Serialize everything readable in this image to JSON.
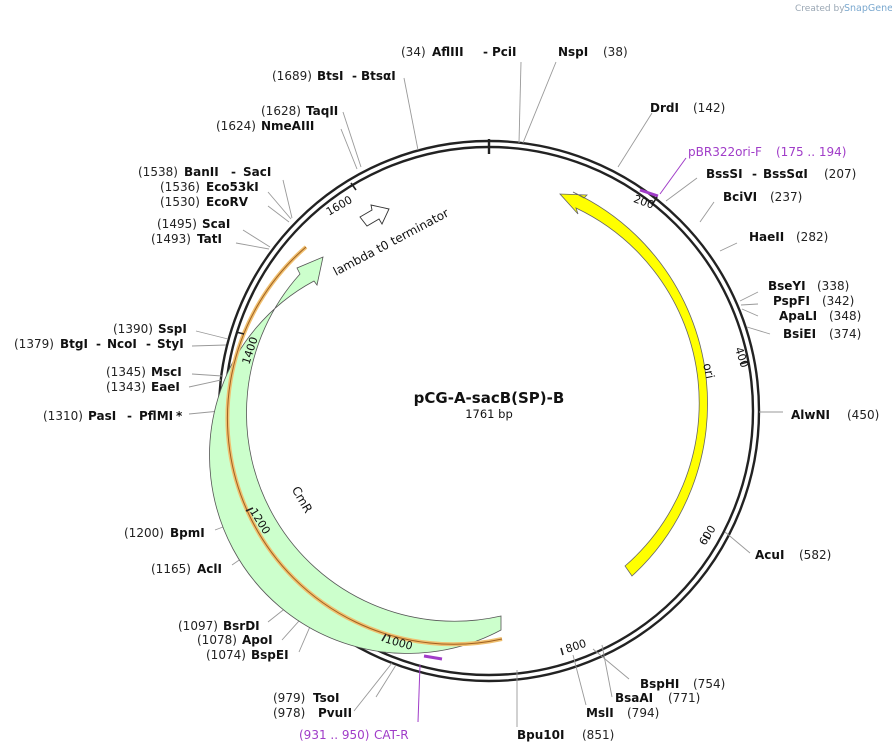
{
  "credit": {
    "prefix": "Created by",
    "brand": "SnapGene"
  },
  "plasmid": {
    "name": "pCG-A-sacB(SP)-B",
    "length_label": "1761 bp",
    "length": 1761
  },
  "ticks": [
    {
      "bp": 200,
      "label": "200"
    },
    {
      "bp": 400,
      "label": "400"
    },
    {
      "bp": 600,
      "label": "600"
    },
    {
      "bp": 800,
      "label": "800"
    },
    {
      "bp": 1000,
      "label": "1000"
    },
    {
      "bp": 1200,
      "label": "1200"
    },
    {
      "bp": 1400,
      "label": "1400"
    },
    {
      "bp": 1600,
      "label": "1600"
    }
  ],
  "features": [
    {
      "name": "ori",
      "label": "ori",
      "start": 175,
      "end": 763,
      "color": "#ffff00",
      "direction": "reverse"
    },
    {
      "name": "CmR",
      "label": "CmR",
      "start": 863,
      "end": 1522,
      "color": "#ccffcc",
      "direction": "reverse"
    },
    {
      "name": "lambda-t0-terminator",
      "label": "lambda t0 terminator",
      "color": "#ffffff"
    }
  ],
  "primers": [
    {
      "name": "pBR322ori-F",
      "label": "pBR322ori-F",
      "range": "(175 .. 194)"
    },
    {
      "name": "CAT-R",
      "label": "CAT-R",
      "range": "(931 .. 950)"
    }
  ],
  "sites": [
    {
      "id": "aflIII-pciI",
      "pos": "(34)",
      "name": "AflIII",
      "name2": "PciI",
      "side": "left"
    },
    {
      "id": "nspI",
      "pos": "(38)",
      "name": "NspI",
      "side": "right"
    },
    {
      "id": "btsI-btsaI",
      "pos": "(1689)",
      "name": "BtsI",
      "name2": "BtsαI",
      "side": "left"
    },
    {
      "id": "drdI",
      "pos": "(142)",
      "name": "DrdI",
      "side": "right"
    },
    {
      "id": "taqII",
      "pos": "(1628)",
      "name": "TaqII",
      "side": "left"
    },
    {
      "id": "nmeAIII",
      "pos": "(1624)",
      "name": "NmeAIII",
      "side": "left"
    },
    {
      "id": "bssSI-bssSaI",
      "pos": "(207)",
      "name": "BssSI",
      "name2": "BssSαI",
      "side": "right"
    },
    {
      "id": "banII-sacI",
      "pos": "(1538)",
      "name": "BanII",
      "name2": "SacI",
      "side": "left"
    },
    {
      "id": "eco53kI",
      "pos": "(1536)",
      "name": "Eco53kI",
      "side": "left"
    },
    {
      "id": "ecoRV",
      "pos": "(1530)",
      "name": "EcoRV",
      "side": "left"
    },
    {
      "id": "bciVI",
      "pos": "(237)",
      "name": "BciVI",
      "side": "right"
    },
    {
      "id": "scaI",
      "pos": "(1495)",
      "name": "ScaI",
      "side": "left"
    },
    {
      "id": "tatI",
      "pos": "(1493)",
      "name": "TatI",
      "side": "left"
    },
    {
      "id": "haeII",
      "pos": "(282)",
      "name": "HaeII",
      "side": "right"
    },
    {
      "id": "bseYI",
      "pos": "(338)",
      "name": "BseYI",
      "side": "right"
    },
    {
      "id": "pspFI",
      "pos": "(342)",
      "name": "PspFI",
      "side": "right"
    },
    {
      "id": "apaLI",
      "pos": "(348)",
      "name": "ApaLI",
      "side": "right"
    },
    {
      "id": "sspI",
      "pos": "(1390)",
      "name": "SspI",
      "side": "left"
    },
    {
      "id": "bsiEI",
      "pos": "(374)",
      "name": "BsiEI",
      "side": "right"
    },
    {
      "id": "btgI-ncoI-styI",
      "pos": "(1379)",
      "name": "BtgI",
      "name2": "NcoI",
      "name3": "StyI",
      "side": "left"
    },
    {
      "id": "mscI",
      "pos": "(1345)",
      "name": "MscI",
      "side": "left"
    },
    {
      "id": "eaeI",
      "pos": "(1343)",
      "name": "EaeI",
      "side": "left"
    },
    {
      "id": "pasI-pflMI",
      "pos": "(1310)",
      "name": "PasI",
      "name2": "PflMI",
      "marker": "*",
      "side": "left"
    },
    {
      "id": "alwNI",
      "pos": "(450)",
      "name": "AlwNI",
      "side": "right"
    },
    {
      "id": "bpmI",
      "pos": "(1200)",
      "name": "BpmI",
      "side": "left"
    },
    {
      "id": "acuI",
      "pos": "(582)",
      "name": "AcuI",
      "side": "right"
    },
    {
      "id": "aclI",
      "pos": "(1165)",
      "name": "AclI",
      "side": "left"
    },
    {
      "id": "bsrDI",
      "pos": "(1097)",
      "name": "BsrDI",
      "side": "left"
    },
    {
      "id": "apoI",
      "pos": "(1078)",
      "name": "ApoI",
      "side": "left"
    },
    {
      "id": "bspEI",
      "pos": "(1074)",
      "name": "BspEI",
      "side": "left"
    },
    {
      "id": "bspHI",
      "pos": "(754)",
      "name": "BspHI",
      "side": "right"
    },
    {
      "id": "bsaAI",
      "pos": "(771)",
      "name": "BsaAI",
      "side": "right"
    },
    {
      "id": "tsoI",
      "pos": "(979)",
      "name": "TsoI",
      "side": "left"
    },
    {
      "id": "mslI",
      "pos": "(794)",
      "name": "MslI",
      "side": "right"
    },
    {
      "id": "pvuII",
      "pos": "(978)",
      "name": "PvuII",
      "side": "left"
    },
    {
      "id": "bpu10I",
      "pos": "(851)",
      "name": "Bpu10I",
      "side": "right"
    }
  ]
}
